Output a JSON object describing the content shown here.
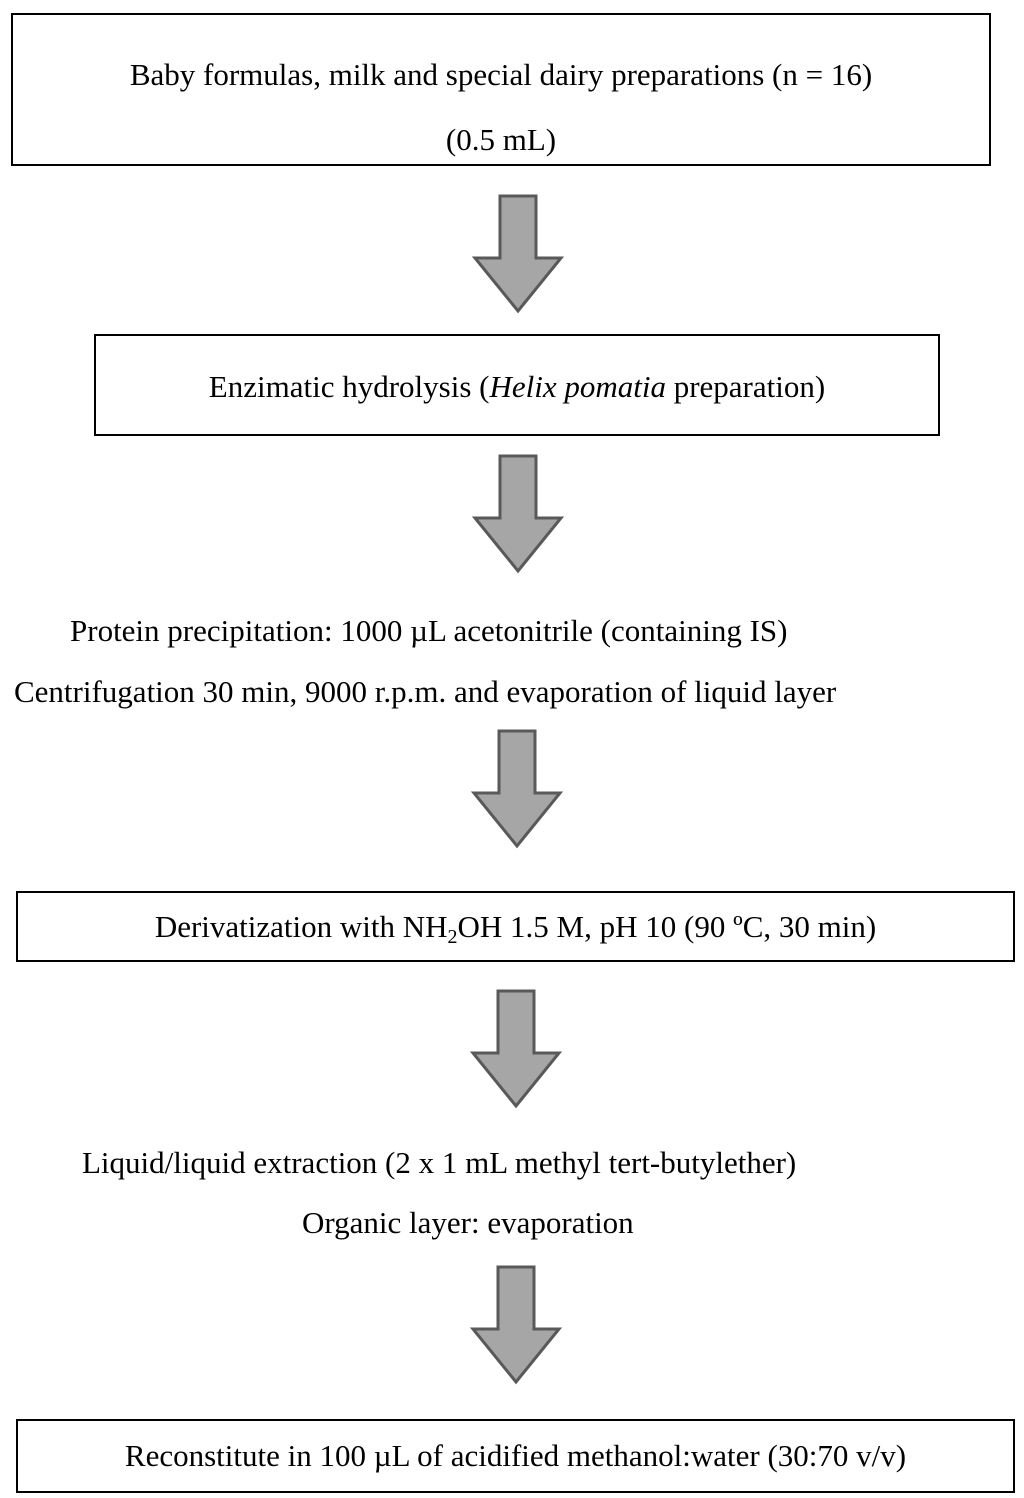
{
  "steps": {
    "step1": {
      "line1": "Baby formulas, milk and special dairy preparations (n = 16)",
      "line2": "(0.5 mL)"
    },
    "step2": {
      "prefix": "Enzimatic hydrolysis (",
      "italic": "Helix pomatia",
      "suffix": " preparation)"
    },
    "step3": {
      "line1": "Protein precipitation: 1000 µL acetonitrile (containing IS)",
      "line2": "Centrifugation 30 min, 9000 r.p.m. and evaporation of liquid layer"
    },
    "step4": {
      "prefix": "Derivatization with NH",
      "sub": "2",
      "suffix": "OH 1.5 M, pH 10 (90 ºC, 30 min)"
    },
    "step5": {
      "line1": "Liquid/liquid extraction (2 x 1 mL methyl tert-butylether)",
      "line2": "Organic layer: evaporation"
    },
    "step6": {
      "line1": "Reconstitute in 100 µL of acidified methanol:water (30:70 v/v)"
    }
  },
  "colors": {
    "arrow_fill": "#a6a6a6",
    "arrow_stroke": "#595959",
    "box_border": "#000000"
  },
  "icons": {
    "arrow": "down-arrow-icon"
  }
}
